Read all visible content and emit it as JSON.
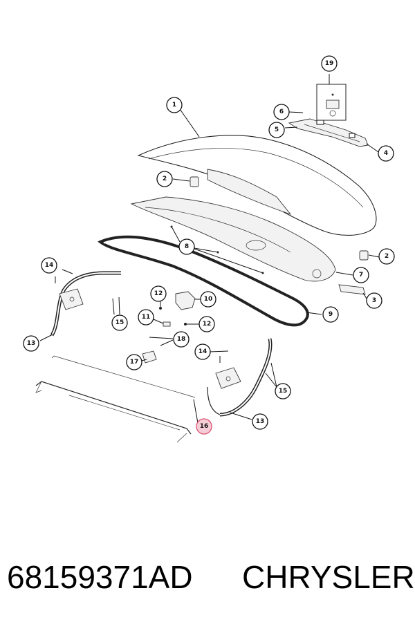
{
  "diagram": {
    "callouts": [
      {
        "id": "c19",
        "label": "19"
      },
      {
        "id": "c1",
        "label": "1"
      },
      {
        "id": "c6",
        "label": "6"
      },
      {
        "id": "c5",
        "label": "5"
      },
      {
        "id": "c4",
        "label": "4"
      },
      {
        "id": "c2a",
        "label": "2"
      },
      {
        "id": "c2b",
        "label": "2"
      },
      {
        "id": "c8",
        "label": "8"
      },
      {
        "id": "c7",
        "label": "7"
      },
      {
        "id": "c3",
        "label": "3"
      },
      {
        "id": "c14a",
        "label": "14"
      },
      {
        "id": "c12a",
        "label": "12"
      },
      {
        "id": "c10",
        "label": "10"
      },
      {
        "id": "c9",
        "label": "9"
      },
      {
        "id": "c11",
        "label": "11"
      },
      {
        "id": "c12b",
        "label": "12"
      },
      {
        "id": "c15a",
        "label": "15"
      },
      {
        "id": "c18",
        "label": "18"
      },
      {
        "id": "c13a",
        "label": "13"
      },
      {
        "id": "c14b",
        "label": "14"
      },
      {
        "id": "c17",
        "label": "17"
      },
      {
        "id": "c15b",
        "label": "15"
      },
      {
        "id": "c13b",
        "label": "13"
      },
      {
        "id": "c16",
        "label": "16",
        "highlighted": true
      }
    ],
    "highlight_color": "#d9506f"
  },
  "footer": {
    "part_number": "68159371AD",
    "brand": "CHRYSLER"
  }
}
